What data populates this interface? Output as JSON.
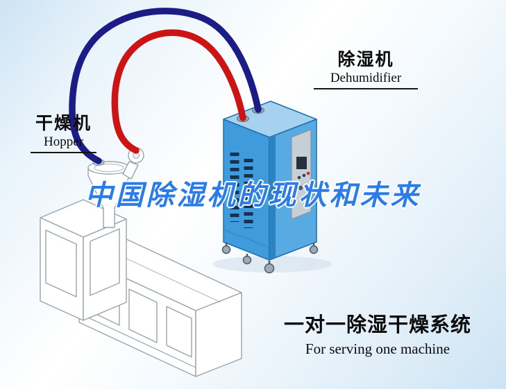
{
  "labels": {
    "dehumidifier_zh": "除湿机",
    "dehumidifier_en": "Dehumidifier",
    "hopper_zh": "干燥机",
    "hopper_en": "Hopper",
    "watermark": "中国除湿机的现状和未来",
    "system_zh": "一对一除湿干燥系统",
    "system_en": "For serving one machine"
  },
  "colors": {
    "pipe_red": "#cc1414",
    "pipe_navy": "#1c1c86",
    "unit_front": "#3f9bdc",
    "unit_side": "#58abe2",
    "unit_top": "#a6d2f0",
    "unit_outline": "#1b6fae",
    "vent_slots": "#16324f",
    "watermark_blue": "#2b7ce9",
    "machine_outline": "#98a4ad"
  }
}
